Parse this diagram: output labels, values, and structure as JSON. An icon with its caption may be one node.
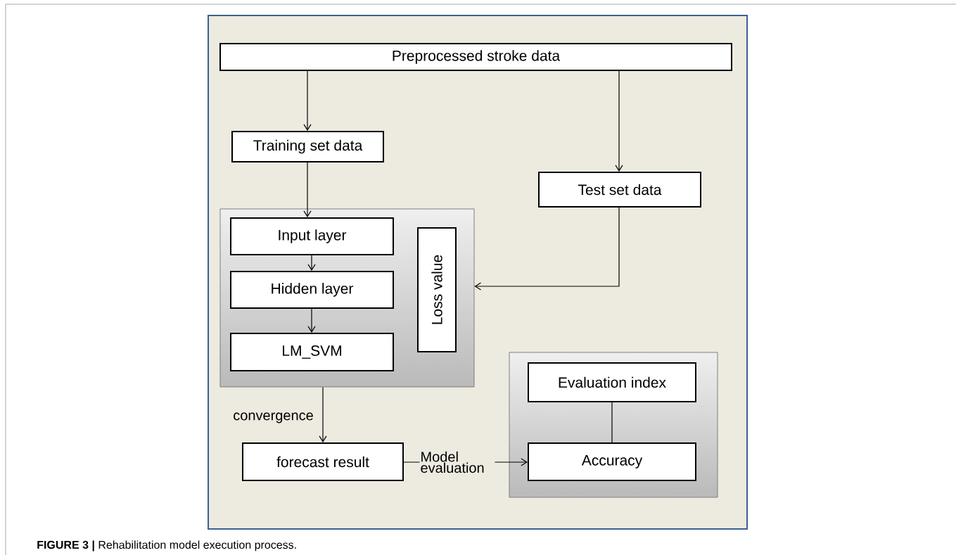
{
  "diagram": {
    "caption": "**FIGURE 3 |** Rehabilitation model execution process.",
    "nodes": [
      {
        "text": [],
        "shape": "box"
      },
      {
        "text": [
          "Preprocessed stroke data"
        ],
        "in": 0
      },
      {
        "text": [
          "Training set data"
        ],
        "in": 0
      },
      {
        "text": [],
        "shape": "box",
        "in": 0
      },
      {
        "text": [
          "Input layer"
        ],
        "in": 3
      },
      {
        "text": [
          "Hidden layer"
        ],
        "in": 3
      },
      {
        "text": [
          "LM_SVM"
        ],
        "in": 3
      },
      {
        "text": [
          "Loss value"
        ],
        "in": 3
      },
      {
        "text": [
          "Test set data"
        ],
        "in": 0
      },
      {
        "text": [
          "forecast result"
        ],
        "in": 0
      },
      {
        "text": [],
        "shape": "box",
        "in": 0
      },
      {
        "text": [
          "Evaluation index"
        ],
        "in": 10
      },
      {
        "text": [
          "Accuracy"
        ],
        "in": 10
      }
    ],
    "edges": [
      {
        "from": 1,
        "to": 2,
        "arrow": "to"
      },
      {
        "from": 1,
        "to": 8,
        "arrow": "to"
      },
      {
        "from": 2,
        "to": 4,
        "arrow": "to"
      },
      {
        "from": 4,
        "to": 5,
        "arrow": "to"
      },
      {
        "from": 5,
        "to": 6,
        "arrow": "to"
      },
      {
        "from": 8,
        "to": 3,
        "arrow": "to"
      },
      {
        "from": 3,
        "to": 9,
        "arrow": "to",
        "label": "convergence"
      },
      {
        "from": 9,
        "to": 12,
        "arrow": "to",
        "label": "Model evaluation"
      },
      {
        "from": 11,
        "to": 12,
        "arrow": "none"
      }
    ]
  }
}
